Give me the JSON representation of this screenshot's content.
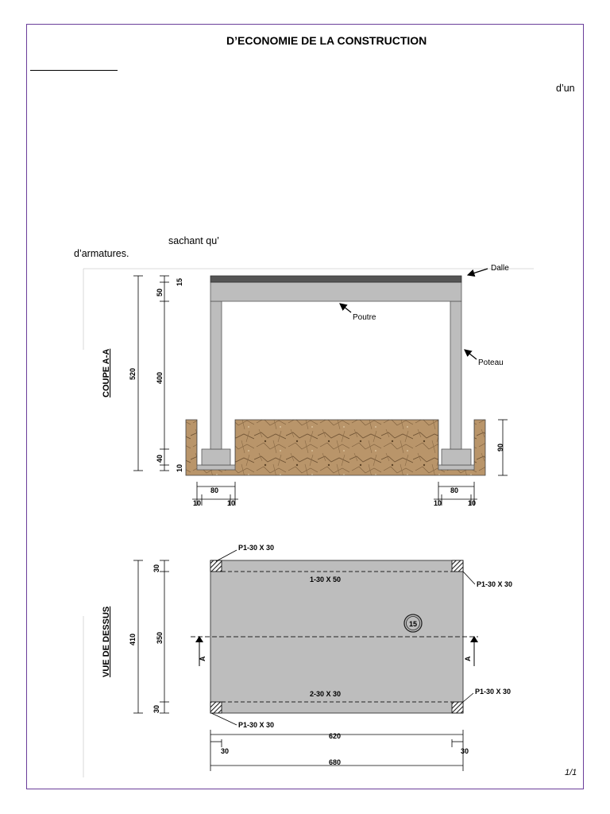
{
  "document": {
    "title": "D’ECONOMIE DE LA CONSTRUCTION",
    "fragment_dun": "d’un",
    "fragment_sachant": "sachant qu’",
    "fragment_armatures": "d’armatures.",
    "page_number": "1/1"
  },
  "section_view": {
    "title": "COUPE A-A",
    "labels": {
      "slab": "Dalle",
      "beam": "Poutre",
      "column": "Poteau"
    },
    "dims": {
      "total_height": "520",
      "slab": "15",
      "beam": "50",
      "column": "400",
      "footing": "40",
      "base": "10",
      "depth": "90",
      "footing_width": "80",
      "offset": "10"
    }
  },
  "plan_view": {
    "title": "VUE DE DESSUS",
    "column_label": "P1-30 X 30",
    "beam_top": "1-30 X 50",
    "beam_bottom": "2-30 X 30",
    "slab_thickness": "15",
    "section_marker": "A",
    "dims": {
      "total_height": "410",
      "edge": "30",
      "inner": "350",
      "inner_width": "620",
      "total_width": "680"
    }
  },
  "colors": {
    "frame": "#6a3d9a",
    "concrete": "#bdbdbd",
    "slab": "#555555",
    "soil": "#b9956a"
  }
}
